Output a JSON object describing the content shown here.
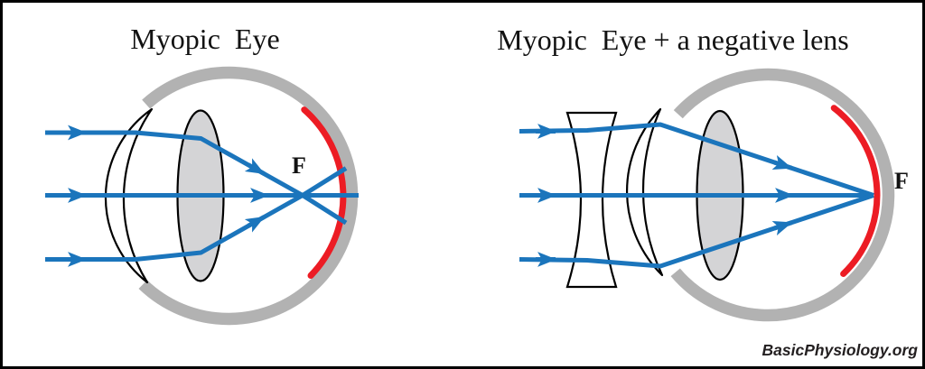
{
  "panels": [
    {
      "id": "myopic-eye",
      "title": "Myopic  Eye",
      "focal_label": "F"
    },
    {
      "id": "myopic-eye-negative-lens",
      "title": "Myopic  Eye + a negative lens",
      "focal_label": "F"
    }
  ],
  "watermark": "BasicPhysiology.org",
  "colors": {
    "ray_blue": "#1b75bc",
    "sclera_gray": "#b2b2b2",
    "retina_red": "#ec1c24",
    "lens_fill": "#d4d4d6",
    "outline": "#000000",
    "watermark_text": "#231f20"
  }
}
